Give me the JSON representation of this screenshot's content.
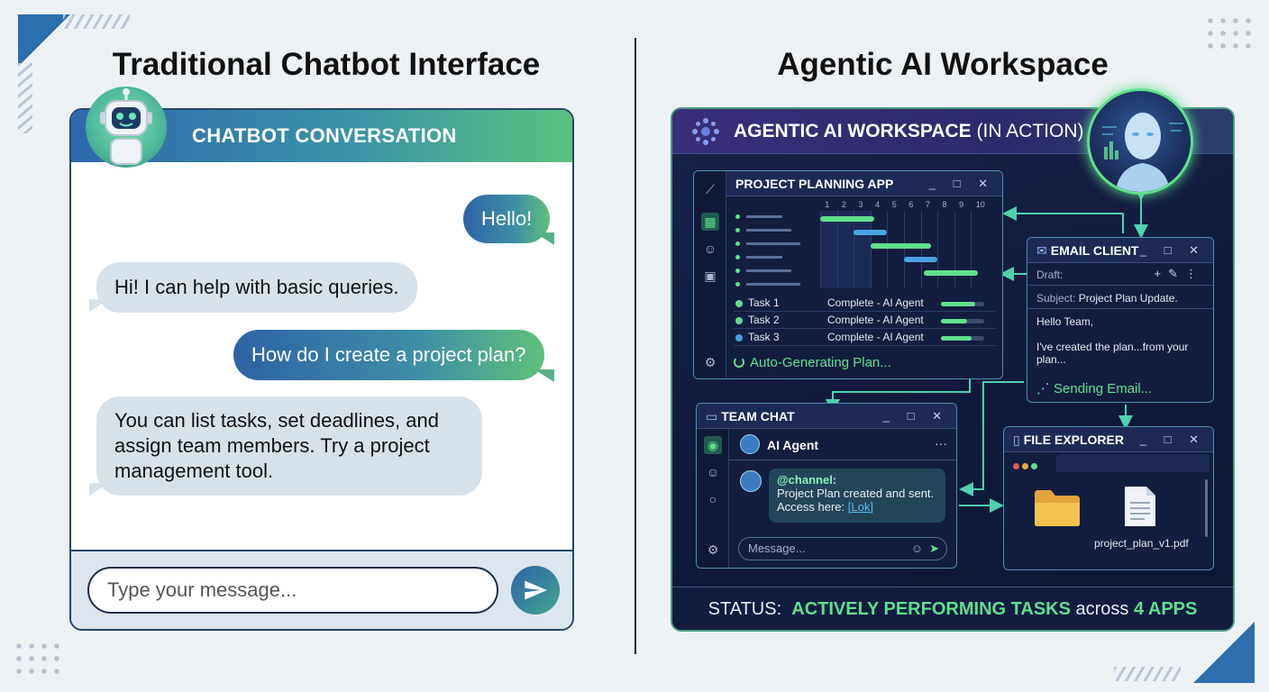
{
  "left": {
    "heading": "Traditional Chatbot Interface",
    "header_title": "CHATBOT CONVERSATION",
    "messages": [
      {
        "role": "user",
        "text": "Hello!"
      },
      {
        "role": "bot",
        "text": "Hi! I can help with basic queries."
      },
      {
        "role": "user",
        "text": "How do I create a project plan?"
      },
      {
        "role": "bot",
        "text": "You can list tasks, set deadlines, and assign team members. Try a project management tool."
      }
    ],
    "input_placeholder": "Type your message...",
    "send_icon": "send-icon"
  },
  "right": {
    "heading": "Agentic AI Workspace",
    "header_title_bold": "AGENTIC AI WORKSPACE",
    "header_title_rest": " (IN ACTION)",
    "project_app": {
      "title": "PROJECT PLANNING APP",
      "timeline_ticks": [
        "1",
        "2",
        "3",
        "4",
        "5",
        "6",
        "7",
        "8",
        "9",
        "10"
      ],
      "tasks": [
        {
          "name": "Task 1",
          "status": "Complete - AI Agent",
          "dot_color": "#5fe08c",
          "progress": 0.8
        },
        {
          "name": "Task 2",
          "status": "Complete - AI Agent",
          "dot_color": "#5fe08c",
          "progress": 0.6
        },
        {
          "name": "Task 3",
          "status": "Complete - AI Agent",
          "dot_color": "#4aa3e0",
          "progress": 0.7
        }
      ],
      "footer": "Auto-Generating Plan..."
    },
    "email_client": {
      "title": "EMAIL CLIENT",
      "draft_label": "Draft:",
      "subject_label": "Subject:",
      "subject_value": "Project Plan Update.",
      "greeting": "Hello Team,",
      "body": "I've created the plan...from your plan...",
      "footer": "Sending Email..."
    },
    "team_chat": {
      "title": "TEAM CHAT",
      "agent_name": "AI Agent",
      "mention": "@channel:",
      "message": "Project Plan created and sent. Access here:",
      "link": "[Lok]",
      "input_placeholder": "Message..."
    },
    "file_explorer": {
      "title": "FILE EXPLORER",
      "file_name": "project_plan_v1.pdf"
    },
    "status": {
      "label": "STATUS:",
      "highlight": "ACTIVELY PERFORMING TASKS",
      "middle": "across",
      "count": "4 APPS"
    },
    "accent_green": "#5fe08c",
    "accent_blue": "#2c6fae"
  }
}
